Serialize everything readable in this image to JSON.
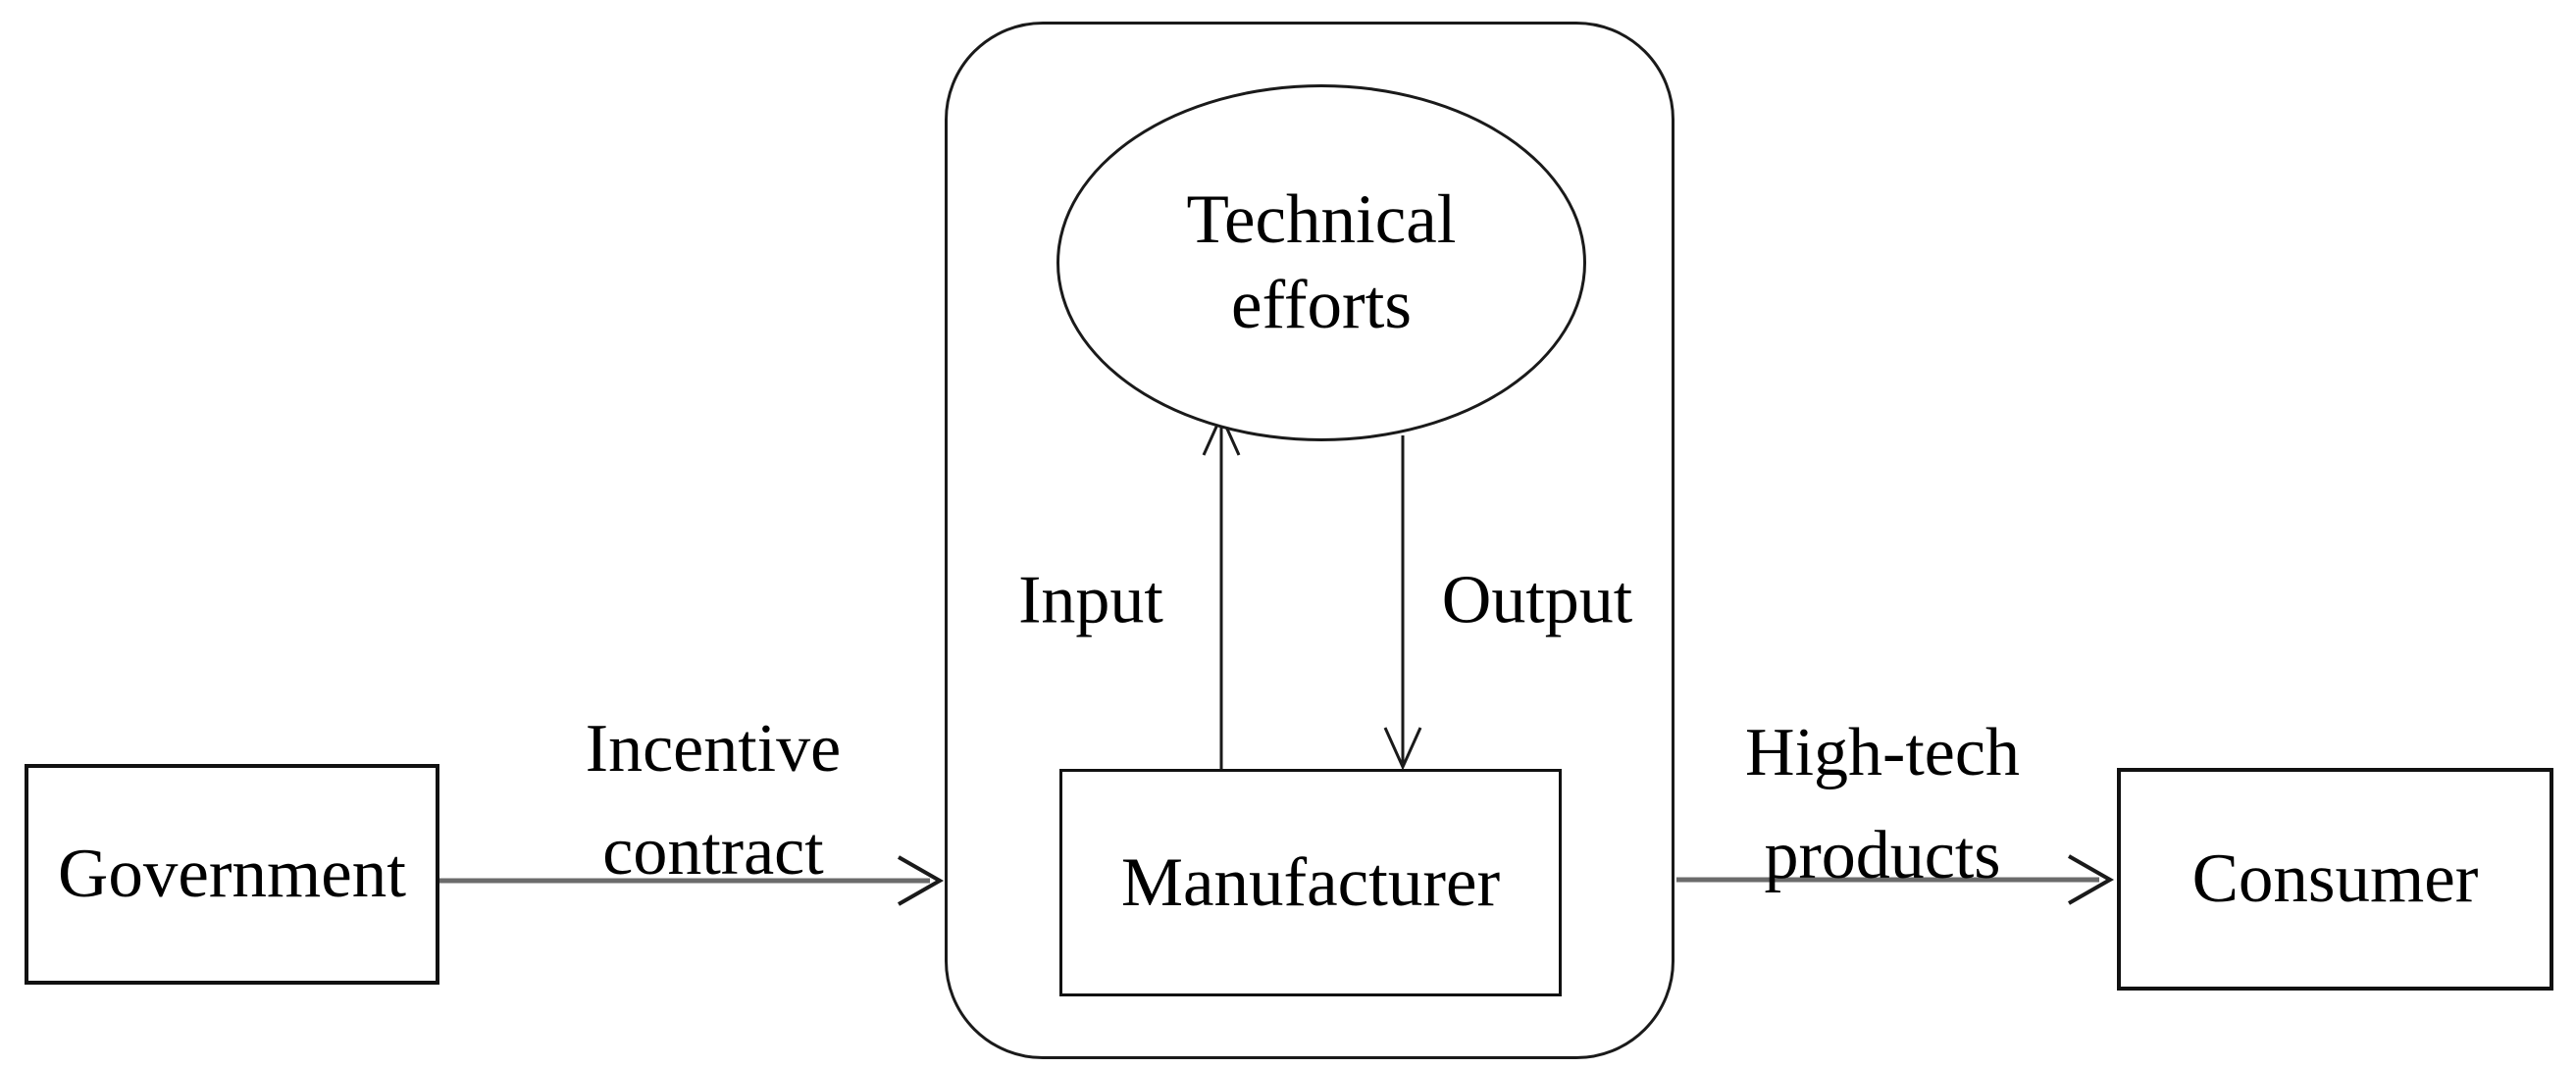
{
  "nodes": {
    "government": {
      "label": "Government"
    },
    "manufacturer": {
      "label": "Manufacturer"
    },
    "consumer": {
      "label": "Consumer"
    },
    "technical_efforts": {
      "line1": "Technical",
      "line2": "efforts"
    }
  },
  "edges": {
    "incentive_contract": {
      "line1": "Incentive",
      "line2": "contract"
    },
    "high_tech_products": {
      "line1": "High-tech",
      "line2": "products"
    },
    "input": {
      "label": "Input"
    },
    "output": {
      "label": "Output"
    }
  },
  "colors": {
    "background": "#ffffff",
    "node_border": "#111111",
    "connector_line": "#6b6b6b",
    "vertical_line": "#1a1a1a",
    "arrowhead": "#1a1a1a",
    "text": "#000000"
  }
}
